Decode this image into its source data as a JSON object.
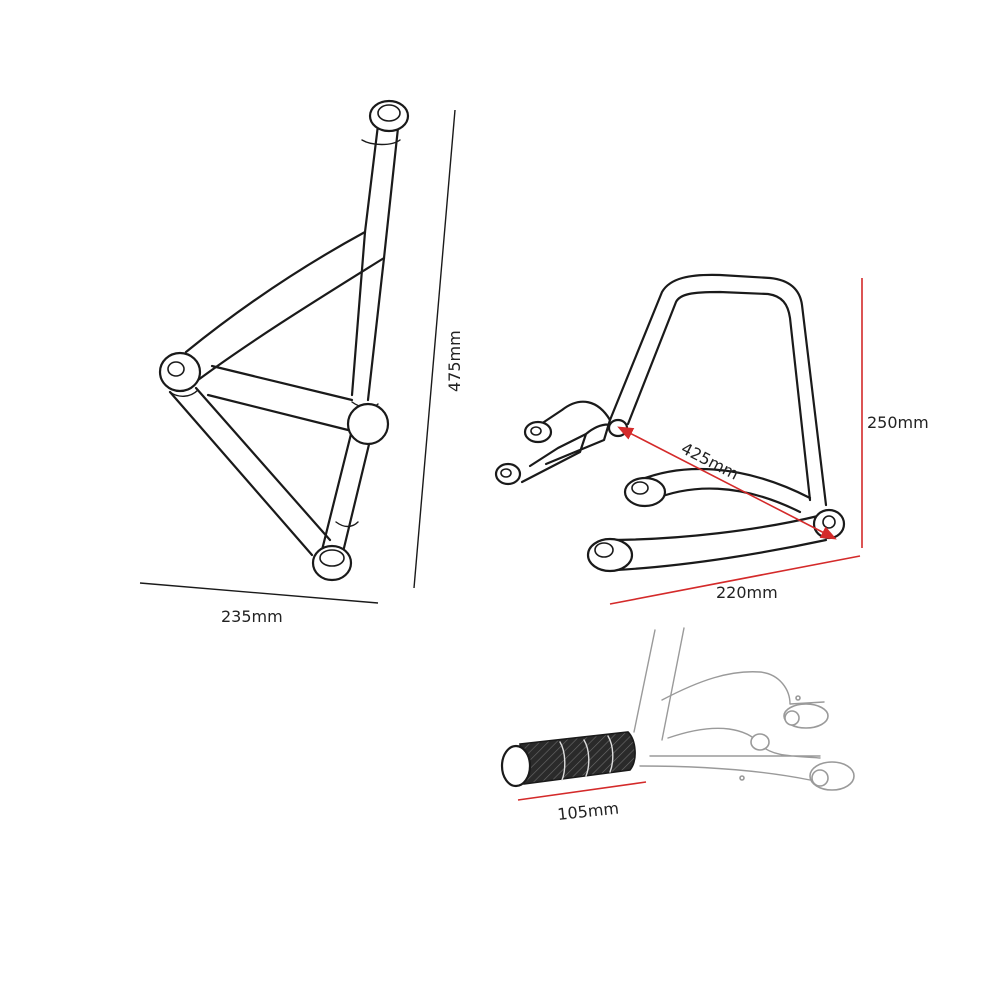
{
  "colors": {
    "ink": "#1a1a1a",
    "dimension_accent": "#d42a2a",
    "grip": "#2a2a2a"
  },
  "dimensions": {
    "left_width": "235mm",
    "left_height": "475mm",
    "stand_diagonal": "425mm",
    "stand_height": "250mm",
    "stand_width": "220mm",
    "peg_length": "105mm"
  }
}
